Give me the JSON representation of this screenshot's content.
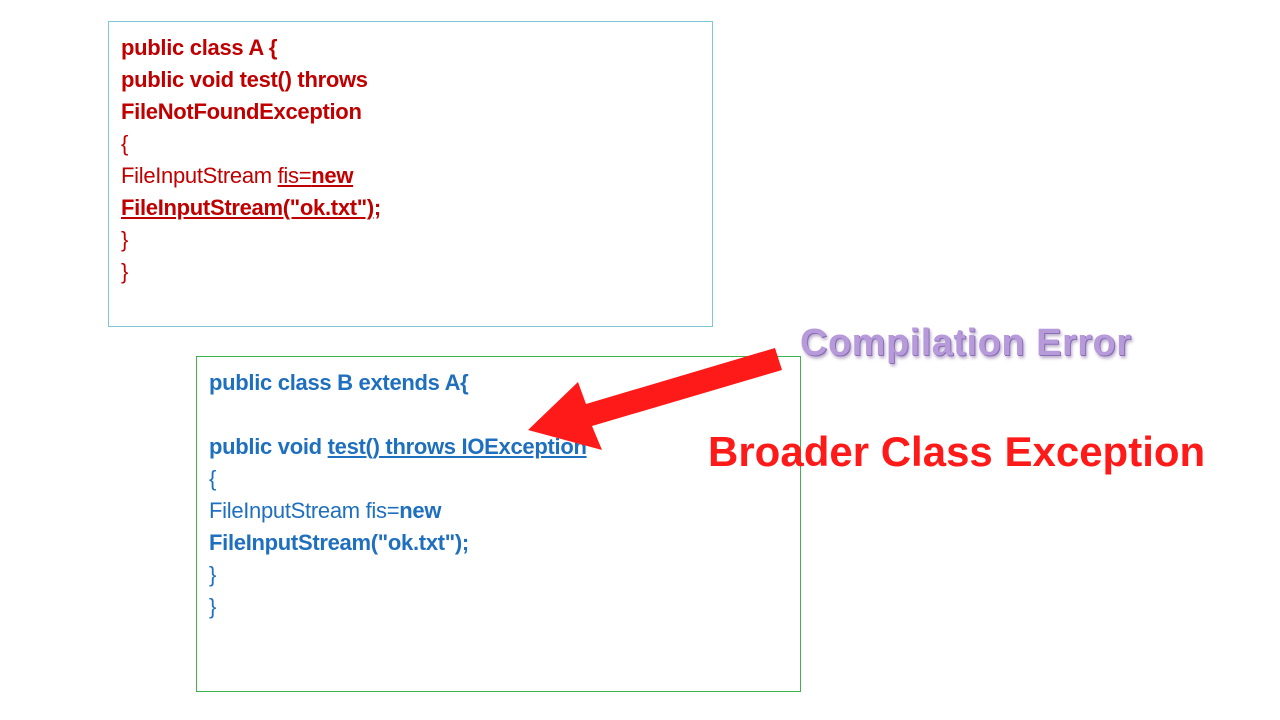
{
  "box_a": {
    "lines": [
      "public class A {",
      "public void test() throws",
      "FileNotFoundException",
      "{",
      "FileInputStream ",
      "fis=",
      "new",
      "FileInputStream(\"ok.txt\");",
      "}",
      "}"
    ]
  },
  "box_b": {
    "lines": [
      "public class B extends A{",
      "public void ",
      "test() throws IOException",
      "{",
      "FileInputStream fis=",
      "new",
      "FileInputStream(\"ok.txt\");",
      "}",
      "}"
    ]
  },
  "callouts": {
    "compilation_error": "Compilation Error",
    "broader_class": "Broader Class Exception"
  },
  "colors": {
    "box_a_text": "#c00000",
    "box_a_border": "#7fc6d6",
    "box_b_text": "#1f6fbf",
    "box_b_border": "#3db34a",
    "arrow": "#ff1a1a",
    "compilation_error": "#b79ad9",
    "broader_class": "#ff1a1a"
  },
  "icons": {
    "arrow": "red-arrow-icon"
  }
}
